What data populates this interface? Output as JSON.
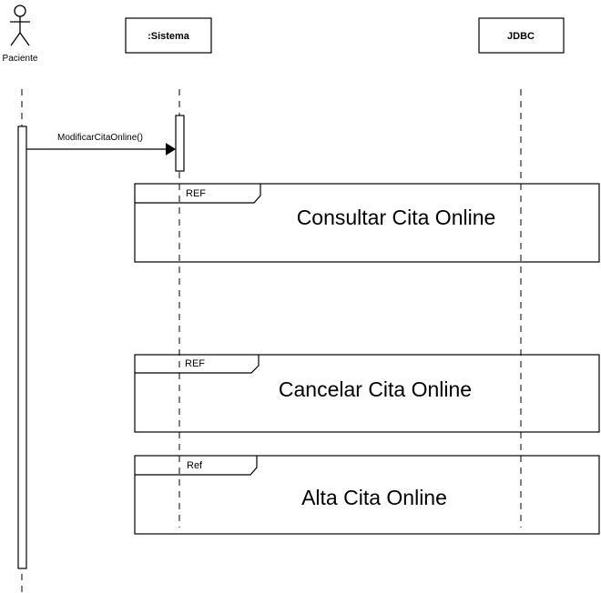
{
  "actor": {
    "label": "Paciente"
  },
  "lifelines": [
    {
      "label": ":Sistema"
    },
    {
      "label": "JDBC"
    }
  ],
  "messages": [
    {
      "label": "ModificarCitaOnline()"
    }
  ],
  "fragments": [
    {
      "tag": "REF",
      "title": "Consultar Cita Online"
    },
    {
      "tag": "REF",
      "title": "Cancelar Cita Online"
    },
    {
      "tag": "Ref",
      "title": "Alta Cita Online"
    }
  ]
}
